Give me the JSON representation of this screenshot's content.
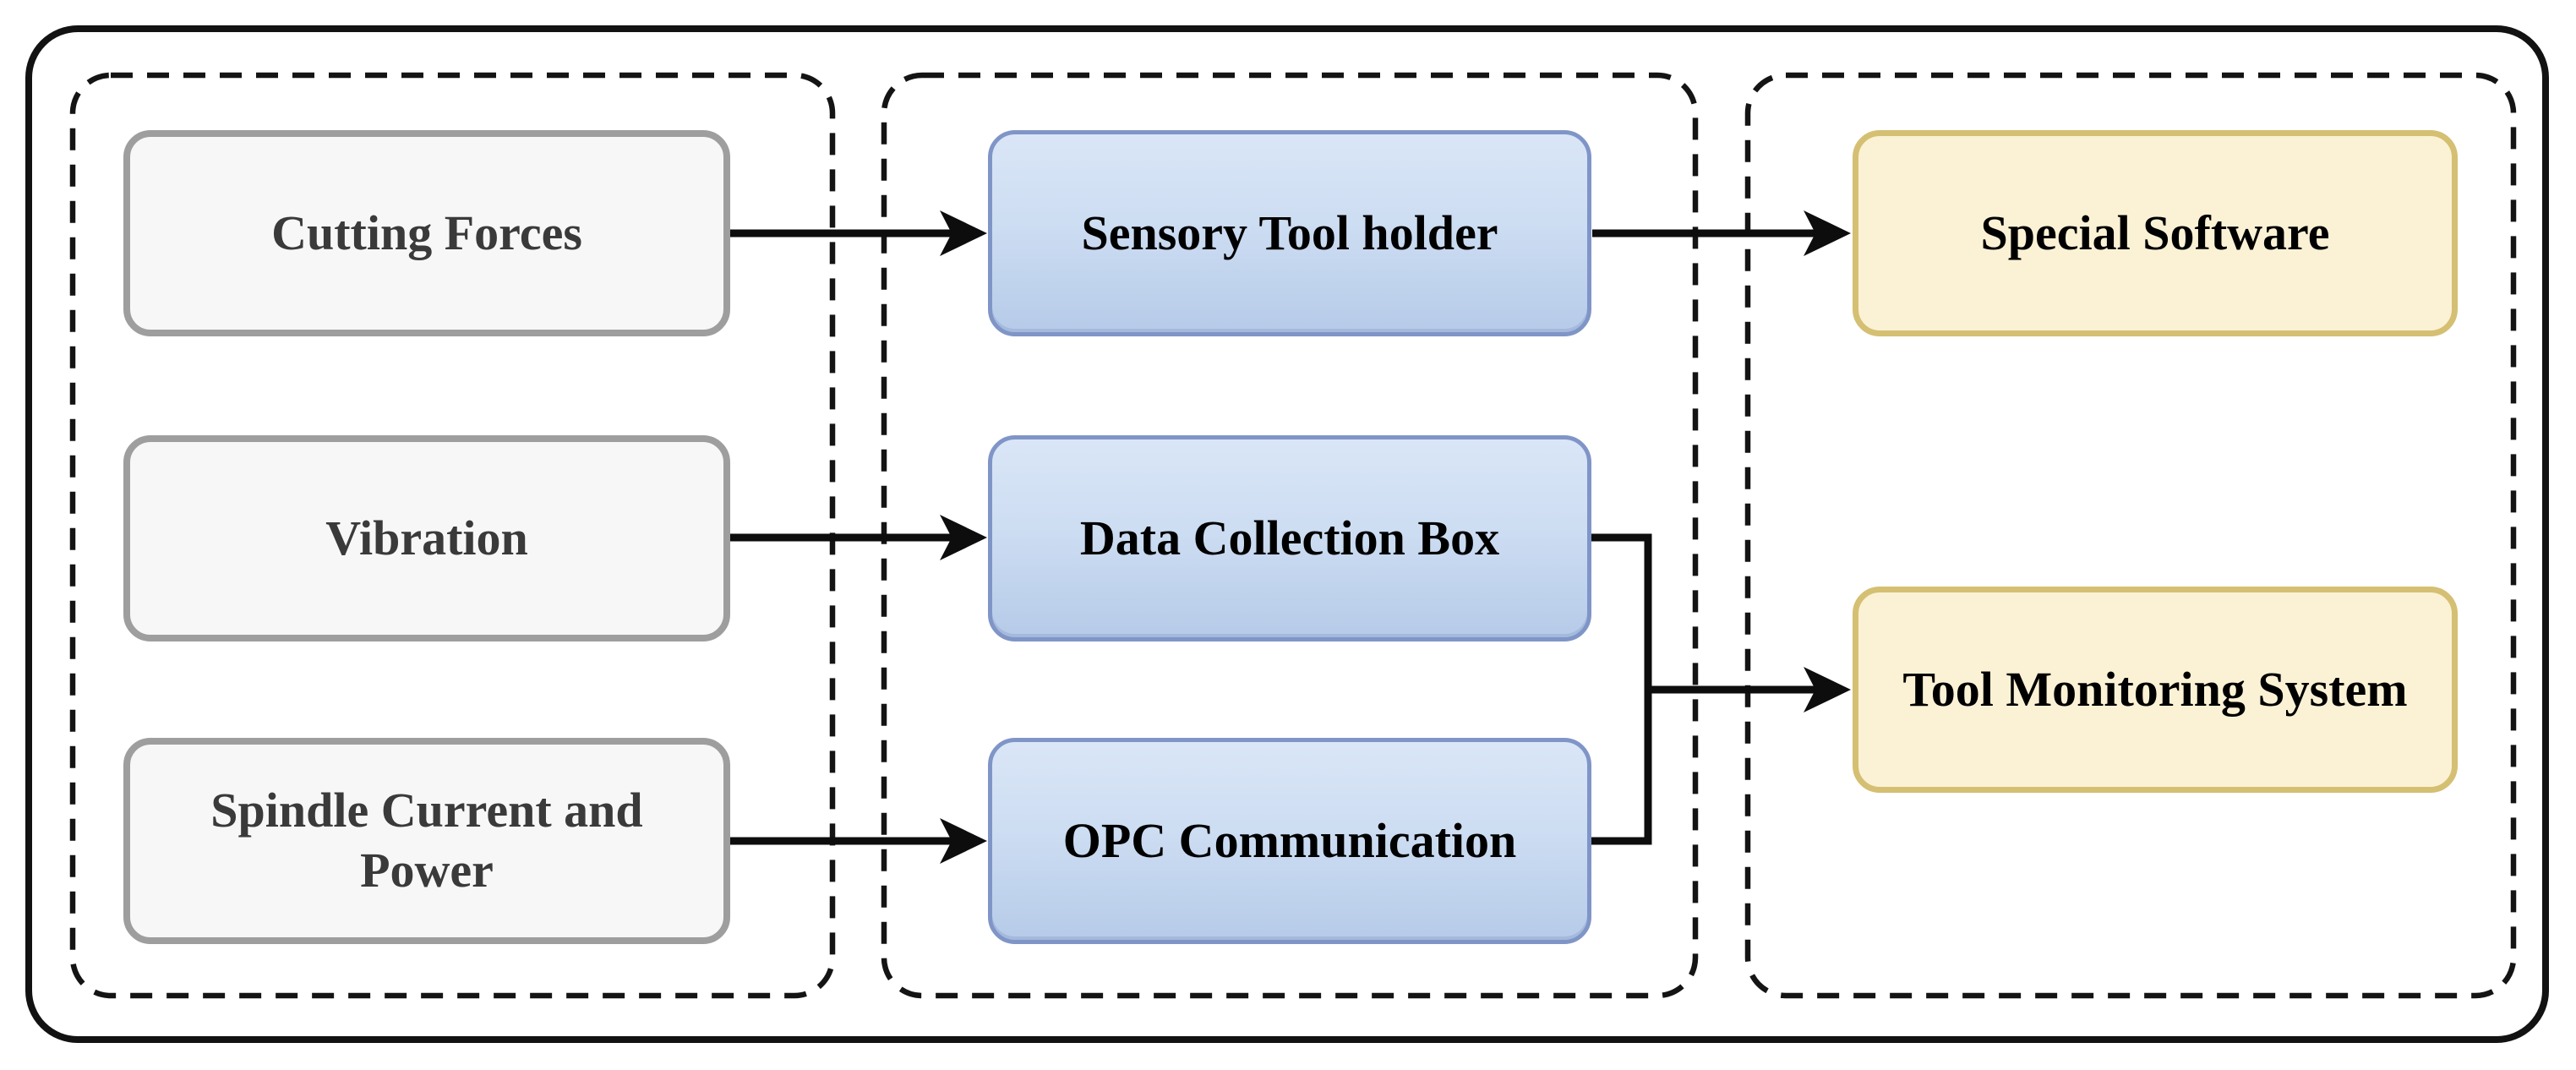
{
  "nodes": {
    "cutting_forces": {
      "label": "Cutting Forces",
      "type": "input"
    },
    "vibration": {
      "label": "Vibration",
      "type": "input"
    },
    "spindle_current": {
      "label": "Spindle Current and Power",
      "type": "input"
    },
    "sensory_tool_holder": {
      "label": "Sensory Tool holder",
      "type": "process"
    },
    "data_collection_box": {
      "label": "Data Collection Box",
      "type": "process"
    },
    "opc_communication": {
      "label": "OPC Communication",
      "type": "process"
    },
    "special_software": {
      "label": "Special Software",
      "type": "output"
    },
    "tool_monitoring_system": {
      "label": "Tool Monitoring System",
      "type": "output"
    }
  },
  "connections": [
    {
      "from": "Cutting Forces",
      "to": "Sensory Tool holder"
    },
    {
      "from": "Vibration",
      "to": "Data Collection Box"
    },
    {
      "from": "Spindle Current and Power",
      "to": "OPC Communication"
    },
    {
      "from": "Sensory Tool holder",
      "to": "Special Software"
    },
    {
      "from": "Data Collection Box",
      "to": "Tool Monitoring System"
    },
    {
      "from": "OPC Communication",
      "to": "Tool Monitoring System"
    }
  ],
  "colors": {
    "input_fill": "#f7f7f7",
    "input_border": "#9e9e9e",
    "input_text": "#3a3a3a",
    "process_fill_top": "#dae6f7",
    "process_fill_bottom": "#b6cbe9",
    "process_border": "#8095c7",
    "output_fill": "#fbf2d5",
    "output_border": "#d5bf72",
    "node_text": "#000000",
    "connector": "#0d0d0d",
    "frame": "#121212"
  }
}
